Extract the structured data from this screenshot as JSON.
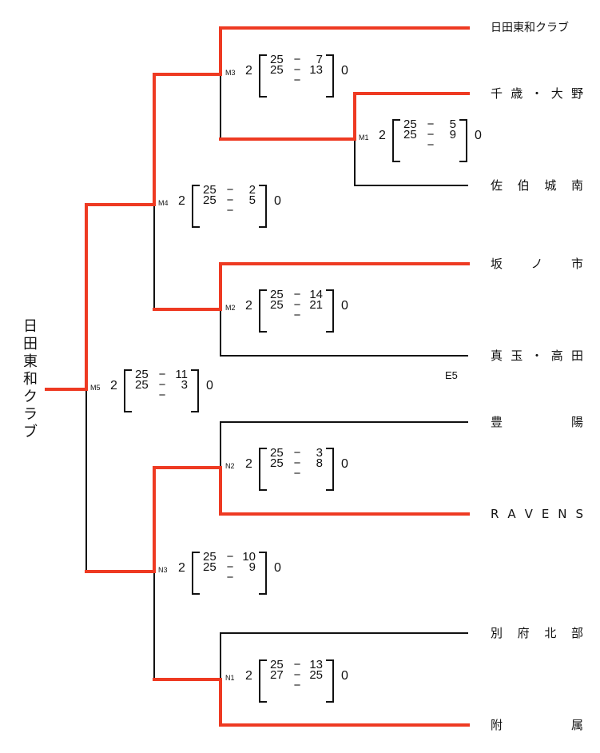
{
  "colors": {
    "winner_line": "#ee3a22",
    "line": "#111111"
  },
  "champion": "日田東和クラブ",
  "teams": [
    {
      "id": "t1",
      "name": "日田東和クラブ",
      "spaced": false
    },
    {
      "id": "t2",
      "name": "千歳・大野",
      "spaced": true
    },
    {
      "id": "t3",
      "name": "佐伯城南",
      "spaced": true
    },
    {
      "id": "t4",
      "name": "坂ノ市",
      "spaced": true
    },
    {
      "id": "t5",
      "name": "真玉・高田",
      "spaced": true
    },
    {
      "id": "t6",
      "name": "豊陽",
      "spaced": true
    },
    {
      "id": "t7",
      "name": "RAVENS",
      "spaced": true
    },
    {
      "id": "t8",
      "name": "別府北部",
      "spaced": true
    },
    {
      "id": "t9",
      "name": "附属",
      "spaced": true
    }
  ],
  "annotation": "E5",
  "matches": [
    {
      "code": "M3",
      "left_sets": "2",
      "right_sets": "0",
      "rows": [
        [
          "25",
          "−",
          "7"
        ],
        [
          "25",
          "−",
          "13"
        ],
        [
          "",
          "−",
          ""
        ]
      ]
    },
    {
      "code": "M1",
      "left_sets": "2",
      "right_sets": "0",
      "rows": [
        [
          "25",
          "−",
          "5"
        ],
        [
          "25",
          "−",
          "9"
        ],
        [
          "",
          "−",
          ""
        ]
      ]
    },
    {
      "code": "M4",
      "left_sets": "2",
      "right_sets": "0",
      "rows": [
        [
          "25",
          "−",
          "2"
        ],
        [
          "25",
          "−",
          "5"
        ],
        [
          "",
          "−",
          ""
        ]
      ]
    },
    {
      "code": "M2",
      "left_sets": "2",
      "right_sets": "0",
      "rows": [
        [
          "25",
          "−",
          "14"
        ],
        [
          "25",
          "−",
          "21"
        ],
        [
          "",
          "−",
          ""
        ]
      ]
    },
    {
      "code": "M5",
      "left_sets": "2",
      "right_sets": "0",
      "rows": [
        [
          "25",
          "−",
          "11"
        ],
        [
          "25",
          "−",
          "3"
        ],
        [
          "",
          "−",
          ""
        ]
      ]
    },
    {
      "code": "N2",
      "left_sets": "2",
      "right_sets": "0",
      "rows": [
        [
          "25",
          "−",
          "3"
        ],
        [
          "25",
          "−",
          "8"
        ],
        [
          "",
          "−",
          ""
        ]
      ]
    },
    {
      "code": "N3",
      "left_sets": "2",
      "right_sets": "0",
      "rows": [
        [
          "25",
          "−",
          "10"
        ],
        [
          "25",
          "−",
          "9"
        ],
        [
          "",
          "−",
          ""
        ]
      ]
    },
    {
      "code": "N1",
      "left_sets": "2",
      "right_sets": "0",
      "rows": [
        [
          "25",
          "−",
          "13"
        ],
        [
          "27",
          "−",
          "25"
        ],
        [
          "",
          "−",
          ""
        ]
      ]
    }
  ]
}
